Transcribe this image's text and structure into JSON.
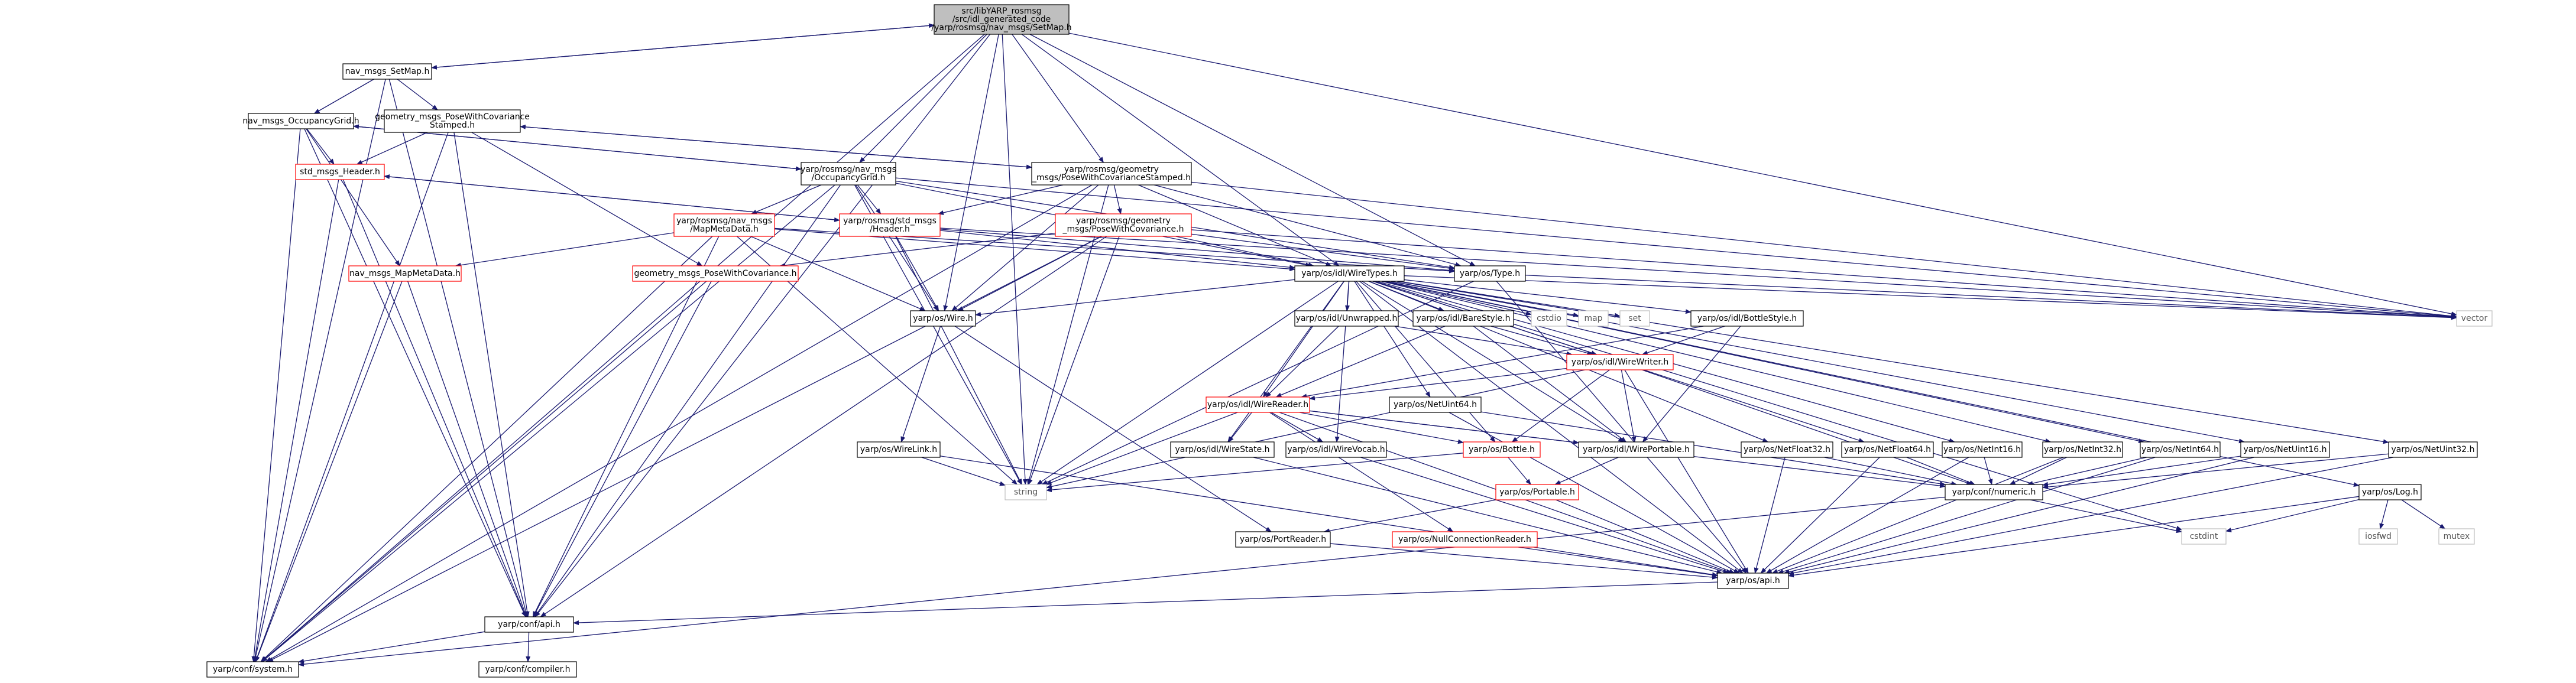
{
  "colors": {
    "edge": "#191970",
    "box_border": "#000000",
    "box_red_border": "#ff0000",
    "root_fill": "#bfbfbf",
    "box_fill": "#ffffff",
    "ext_border": "#bfbfbf",
    "text": "#000000",
    "ext_text": "#555555"
  },
  "nodes": [
    {
      "id": "root",
      "lines": [
        "src/libYARP_rosmsg",
        "/src/idl_generated_code",
        "/yarp/rosmsg/nav_msgs/SetMap.h"
      ],
      "kind": "root"
    },
    {
      "id": "nav_setmap",
      "lines": [
        "nav_msgs_SetMap.h"
      ],
      "kind": "normal"
    },
    {
      "id": "nav_occgrid",
      "lines": [
        "nav_msgs_OccupancyGrid.h"
      ],
      "kind": "normal"
    },
    {
      "id": "geom_pwcs",
      "lines": [
        "geometry_msgs_PoseWithCovariance",
        "Stamped.h"
      ],
      "kind": "normal"
    },
    {
      "id": "std_header",
      "lines": [
        "std_msgs_Header.h"
      ],
      "kind": "red"
    },
    {
      "id": "yr_occgrid",
      "lines": [
        "yarp/rosmsg/nav_msgs",
        "/OccupancyGrid.h"
      ],
      "kind": "normal"
    },
    {
      "id": "yr_pwcs",
      "lines": [
        "yarp/rosmsg/geometry",
        "_msgs/PoseWithCovarianceStamped.h"
      ],
      "kind": "normal"
    },
    {
      "id": "yr_mapmeta",
      "lines": [
        "yarp/rosmsg/nav_msgs",
        "/MapMetaData.h"
      ],
      "kind": "red"
    },
    {
      "id": "yr_stdheader",
      "lines": [
        "yarp/rosmsg/std_msgs",
        "/Header.h"
      ],
      "kind": "red"
    },
    {
      "id": "yr_pwc",
      "lines": [
        "yarp/rosmsg/geometry",
        "_msgs/PoseWithCovariance.h"
      ],
      "kind": "red"
    },
    {
      "id": "nav_mapmeta",
      "lines": [
        "nav_msgs_MapMetaData.h"
      ],
      "kind": "red"
    },
    {
      "id": "geom_pwc",
      "lines": [
        "geometry_msgs_PoseWithCovariance.h"
      ],
      "kind": "red"
    },
    {
      "id": "wiretypes",
      "lines": [
        "yarp/os/idl/WireTypes.h"
      ],
      "kind": "normal"
    },
    {
      "id": "ostype",
      "lines": [
        "yarp/os/Type.h"
      ],
      "kind": "normal"
    },
    {
      "id": "wire",
      "lines": [
        "yarp/os/Wire.h"
      ],
      "kind": "normal"
    },
    {
      "id": "cstdio",
      "lines": [
        "cstdio"
      ],
      "kind": "ext"
    },
    {
      "id": "map",
      "lines": [
        "map"
      ],
      "kind": "ext"
    },
    {
      "id": "set",
      "lines": [
        "set"
      ],
      "kind": "ext"
    },
    {
      "id": "vector",
      "lines": [
        "vector"
      ],
      "kind": "ext"
    },
    {
      "id": "unwrapped",
      "lines": [
        "yarp/os/idl/Unwrapped.h"
      ],
      "kind": "normal"
    },
    {
      "id": "barestyle",
      "lines": [
        "yarp/os/idl/BareStyle.h"
      ],
      "kind": "normal"
    },
    {
      "id": "bottlestyle",
      "lines": [
        "yarp/os/idl/BottleStyle.h"
      ],
      "kind": "normal"
    },
    {
      "id": "wirewriter",
      "lines": [
        "yarp/os/idl/WireWriter.h"
      ],
      "kind": "red"
    },
    {
      "id": "wirereader",
      "lines": [
        "yarp/os/idl/WireReader.h"
      ],
      "kind": "red"
    },
    {
      "id": "netuint64",
      "lines": [
        "yarp/os/NetUint64.h"
      ],
      "kind": "normal"
    },
    {
      "id": "netfloat32",
      "lines": [
        "yarp/os/NetFloat32.h"
      ],
      "kind": "normal"
    },
    {
      "id": "netfloat64",
      "lines": [
        "yarp/os/NetFloat64.h"
      ],
      "kind": "normal"
    },
    {
      "id": "netint16",
      "lines": [
        "yarp/os/NetInt16.h"
      ],
      "kind": "normal"
    },
    {
      "id": "netint32",
      "lines": [
        "yarp/os/NetInt32.h"
      ],
      "kind": "normal"
    },
    {
      "id": "netint64",
      "lines": [
        "yarp/os/NetInt64.h"
      ],
      "kind": "normal"
    },
    {
      "id": "netuint16",
      "lines": [
        "yarp/os/NetUint16.h"
      ],
      "kind": "normal"
    },
    {
      "id": "netuint32",
      "lines": [
        "yarp/os/NetUint32.h"
      ],
      "kind": "normal"
    },
    {
      "id": "wirelink",
      "lines": [
        "yarp/os/WireLink.h"
      ],
      "kind": "normal"
    },
    {
      "id": "wirestate",
      "lines": [
        "yarp/os/idl/WireState.h"
      ],
      "kind": "normal"
    },
    {
      "id": "wirevocab",
      "lines": [
        "yarp/os/idl/WireVocab.h"
      ],
      "kind": "normal"
    },
    {
      "id": "bottle",
      "lines": [
        "yarp/os/Bottle.h"
      ],
      "kind": "red"
    },
    {
      "id": "wireportable",
      "lines": [
        "yarp/os/idl/WirePortable.h"
      ],
      "kind": "normal"
    },
    {
      "id": "confnumeric",
      "lines": [
        "yarp/conf/numeric.h"
      ],
      "kind": "normal"
    },
    {
      "id": "oslog",
      "lines": [
        "yarp/os/Log.h"
      ],
      "kind": "normal"
    },
    {
      "id": "string",
      "lines": [
        "string"
      ],
      "kind": "ext"
    },
    {
      "id": "portable",
      "lines": [
        "yarp/os/Portable.h"
      ],
      "kind": "red"
    },
    {
      "id": "cstdint",
      "lines": [
        "cstdint"
      ],
      "kind": "ext"
    },
    {
      "id": "iosfwd",
      "lines": [
        "iosfwd"
      ],
      "kind": "ext"
    },
    {
      "id": "mutex",
      "lines": [
        "mutex"
      ],
      "kind": "ext"
    },
    {
      "id": "portreader",
      "lines": [
        "yarp/os/PortReader.h"
      ],
      "kind": "normal"
    },
    {
      "id": "nullconn",
      "lines": [
        "yarp/os/NullConnectionReader.h"
      ],
      "kind": "red"
    },
    {
      "id": "osapi",
      "lines": [
        "yarp/os/api.h"
      ],
      "kind": "normal"
    },
    {
      "id": "confapi",
      "lines": [
        "yarp/conf/api.h"
      ],
      "kind": "normal"
    },
    {
      "id": "confsystem",
      "lines": [
        "yarp/conf/system.h"
      ],
      "kind": "normal"
    },
    {
      "id": "confcompiler",
      "lines": [
        "yarp/conf/compiler.h"
      ],
      "kind": "normal"
    }
  ],
  "edges": [
    [
      "root",
      "nav_setmap"
    ],
    [
      "root",
      "yr_occgrid"
    ],
    [
      "root",
      "yr_pwcs"
    ],
    [
      "root",
      "wiretypes"
    ],
    [
      "root",
      "ostype"
    ],
    [
      "root",
      "wire"
    ],
    [
      "root",
      "vector"
    ],
    [
      "root",
      "string"
    ],
    [
      "root",
      "confapi"
    ],
    [
      "root",
      "confsystem"
    ],
    [
      "nav_setmap",
      "nav_occgrid"
    ],
    [
      "nav_setmap",
      "geom_pwcs"
    ],
    [
      "nav_setmap",
      "confapi"
    ],
    [
      "nav_setmap",
      "confsystem"
    ],
    [
      "nav_setmap",
      "root"
    ],
    [
      "nav_occgrid",
      "yr_occgrid"
    ],
    [
      "nav_occgrid",
      "std_header"
    ],
    [
      "nav_occgrid",
      "nav_mapmeta"
    ],
    [
      "nav_occgrid",
      "confapi"
    ],
    [
      "nav_occgrid",
      "confsystem"
    ],
    [
      "geom_pwcs",
      "yr_pwcs"
    ],
    [
      "geom_pwcs",
      "std_header"
    ],
    [
      "geom_pwcs",
      "geom_pwc"
    ],
    [
      "geom_pwcs",
      "confapi"
    ],
    [
      "geom_pwcs",
      "confsystem"
    ],
    [
      "std_header",
      "yr_stdheader"
    ],
    [
      "std_header",
      "confapi"
    ],
    [
      "std_header",
      "confsystem"
    ],
    [
      "yr_occgrid",
      "yr_mapmeta"
    ],
    [
      "yr_occgrid",
      "yr_stdheader"
    ],
    [
      "yr_occgrid",
      "wiretypes"
    ],
    [
      "yr_occgrid",
      "wire"
    ],
    [
      "yr_occgrid",
      "ostype"
    ],
    [
      "yr_occgrid",
      "vector"
    ],
    [
      "yr_occgrid",
      "string"
    ],
    [
      "yr_occgrid",
      "confapi"
    ],
    [
      "yr_occgrid",
      "confsystem"
    ],
    [
      "yr_occgrid",
      "nav_occgrid"
    ],
    [
      "yr_pwcs",
      "yr_pwc"
    ],
    [
      "yr_pwcs",
      "yr_stdheader"
    ],
    [
      "yr_pwcs",
      "wiretypes"
    ],
    [
      "yr_pwcs",
      "wire"
    ],
    [
      "yr_pwcs",
      "ostype"
    ],
    [
      "yr_pwcs",
      "vector"
    ],
    [
      "yr_pwcs",
      "string"
    ],
    [
      "yr_pwcs",
      "confsystem"
    ],
    [
      "yr_pwcs",
      "geom_pwcs"
    ],
    [
      "yr_mapmeta",
      "nav_mapmeta"
    ],
    [
      "yr_mapmeta",
      "wiretypes"
    ],
    [
      "yr_mapmeta",
      "wire"
    ],
    [
      "yr_mapmeta",
      "ostype"
    ],
    [
      "yr_mapmeta",
      "confapi"
    ],
    [
      "yr_mapmeta",
      "confsystem"
    ],
    [
      "yr_mapmeta",
      "string"
    ],
    [
      "yr_stdheader",
      "std_header"
    ],
    [
      "yr_stdheader",
      "wiretypes"
    ],
    [
      "yr_stdheader",
      "wire"
    ],
    [
      "yr_stdheader",
      "ostype"
    ],
    [
      "yr_stdheader",
      "string"
    ],
    [
      "yr_stdheader",
      "vector"
    ],
    [
      "yr_pwc",
      "geom_pwc"
    ],
    [
      "yr_pwc",
      "wiretypes"
    ],
    [
      "yr_pwc",
      "wire"
    ],
    [
      "yr_pwc",
      "ostype"
    ],
    [
      "yr_pwc",
      "vector"
    ],
    [
      "yr_pwc",
      "string"
    ],
    [
      "yr_pwc",
      "confapi"
    ],
    [
      "yr_pwc",
      "confsystem"
    ],
    [
      "nav_mapmeta",
      "confapi"
    ],
    [
      "nav_mapmeta",
      "confsystem"
    ],
    [
      "geom_pwc",
      "confapi"
    ],
    [
      "geom_pwc",
      "confsystem"
    ],
    [
      "wiretypes",
      "cstdio"
    ],
    [
      "wiretypes",
      "map"
    ],
    [
      "wiretypes",
      "set"
    ],
    [
      "wiretypes",
      "vector"
    ],
    [
      "wiretypes",
      "string"
    ],
    [
      "wiretypes",
      "unwrapped"
    ],
    [
      "wiretypes",
      "barestyle"
    ],
    [
      "wiretypes",
      "bottlestyle"
    ],
    [
      "wiretypes",
      "wirewriter"
    ],
    [
      "wiretypes",
      "wirereader"
    ],
    [
      "wiretypes",
      "netuint64"
    ],
    [
      "wiretypes",
      "netfloat32"
    ],
    [
      "wiretypes",
      "netfloat64"
    ],
    [
      "wiretypes",
      "netint16"
    ],
    [
      "wiretypes",
      "netint32"
    ],
    [
      "wiretypes",
      "netint64"
    ],
    [
      "wiretypes",
      "netuint16"
    ],
    [
      "wiretypes",
      "netuint32"
    ],
    [
      "wiretypes",
      "wirestate"
    ],
    [
      "wiretypes",
      "wirevocab"
    ],
    [
      "wiretypes",
      "bottle"
    ],
    [
      "wiretypes",
      "wireportable"
    ],
    [
      "wiretypes",
      "oslog"
    ],
    [
      "wiretypes",
      "cstdint"
    ],
    [
      "wiretypes",
      "osapi"
    ],
    [
      "wiretypes",
      "wire"
    ],
    [
      "unwrapped",
      "wirereader"
    ],
    [
      "unwrapped",
      "wirewriter"
    ],
    [
      "barestyle",
      "wirereader"
    ],
    [
      "barestyle",
      "wirewriter"
    ],
    [
      "barestyle",
      "wireportable"
    ],
    [
      "bottlestyle",
      "wirereader"
    ],
    [
      "bottlestyle",
      "wirewriter"
    ],
    [
      "bottlestyle",
      "wireportable"
    ],
    [
      "wirewriter",
      "wirereader"
    ],
    [
      "wirewriter",
      "wireportable"
    ],
    [
      "wirewriter",
      "bottle"
    ],
    [
      "wirewriter",
      "confnumeric"
    ],
    [
      "wirewriter",
      "osapi"
    ],
    [
      "wirewriter",
      "string"
    ],
    [
      "wirereader",
      "wirestate"
    ],
    [
      "wirereader",
      "wirevocab"
    ],
    [
      "wirereader",
      "bottle"
    ],
    [
      "wirereader",
      "nullconn"
    ],
    [
      "wirereader",
      "wireportable"
    ],
    [
      "wirereader",
      "confnumeric"
    ],
    [
      "wirereader",
      "string"
    ],
    [
      "wirereader",
      "osapi"
    ],
    [
      "netuint64",
      "confnumeric"
    ],
    [
      "netuint64",
      "osapi"
    ],
    [
      "netfloat32",
      "confnumeric"
    ],
    [
      "netfloat32",
      "osapi"
    ],
    [
      "netfloat64",
      "confnumeric"
    ],
    [
      "netfloat64",
      "osapi"
    ],
    [
      "netint16",
      "confnumeric"
    ],
    [
      "netint16",
      "osapi"
    ],
    [
      "netint32",
      "confnumeric"
    ],
    [
      "netint32",
      "osapi"
    ],
    [
      "netint64",
      "confnumeric"
    ],
    [
      "netint64",
      "osapi"
    ],
    [
      "netuint16",
      "confnumeric"
    ],
    [
      "netuint16",
      "osapi"
    ],
    [
      "netuint32",
      "confnumeric"
    ],
    [
      "netuint32",
      "osapi"
    ],
    [
      "wire",
      "wirelink"
    ],
    [
      "wire",
      "portreader"
    ],
    [
      "wirelink",
      "string"
    ],
    [
      "wirelink",
      "osapi"
    ],
    [
      "wirestate",
      "osapi"
    ],
    [
      "wirevocab",
      "osapi"
    ],
    [
      "bottle",
      "portable"
    ],
    [
      "bottle",
      "string"
    ],
    [
      "wireportable",
      "portable"
    ],
    [
      "confnumeric",
      "cstdint"
    ],
    [
      "confnumeric",
      "confsystem"
    ],
    [
      "oslog",
      "cstdint"
    ],
    [
      "oslog",
      "iosfwd"
    ],
    [
      "oslog",
      "mutex"
    ],
    [
      "oslog",
      "osapi"
    ],
    [
      "portable",
      "portreader"
    ],
    [
      "portable",
      "osapi"
    ],
    [
      "portreader",
      "osapi"
    ],
    [
      "nullconn",
      "osapi"
    ],
    [
      "osapi",
      "confapi"
    ],
    [
      "confapi",
      "confsystem"
    ],
    [
      "confapi",
      "confcompiler"
    ],
    [
      "ostype",
      "osapi"
    ],
    [
      "ostype",
      "string"
    ],
    [
      "ostype",
      "vector"
    ]
  ]
}
